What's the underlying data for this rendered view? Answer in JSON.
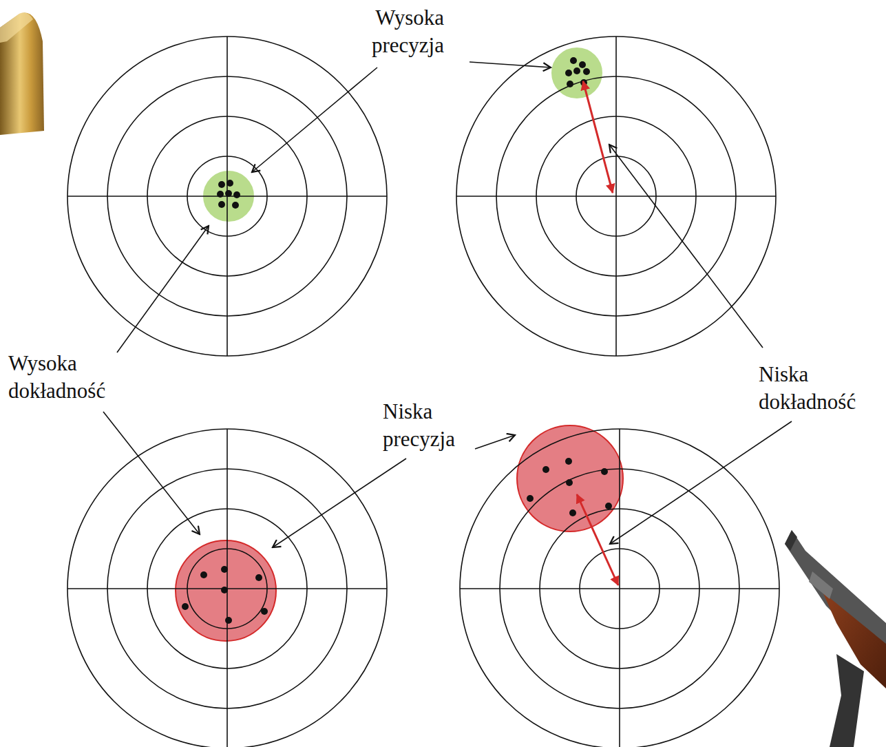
{
  "diagram": {
    "labels": [
      "Wysoka precyzja",
      "Wysoka dokładność",
      "Niska precyzja",
      "Niska dokładność"
    ]
  }
}
